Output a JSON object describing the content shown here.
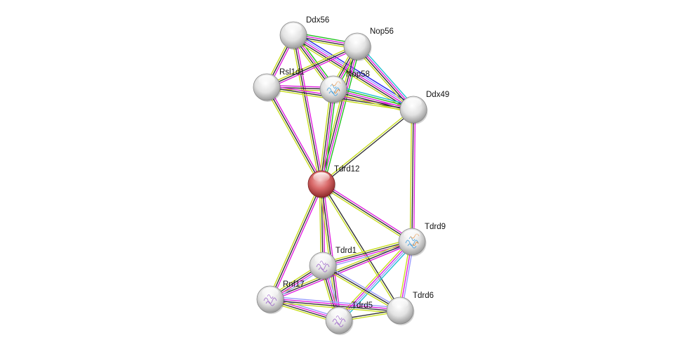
{
  "network": {
    "title": "Protein interaction network",
    "query_node": "Tdrd12",
    "colors": {
      "query_node": "#d95c5c",
      "node": "#d8d8d8",
      "edge_textmining": "#c7de1f",
      "edge_coexpression": "#333333",
      "edge_experiments": "#e020e0",
      "edge_databases": "#20c0d0",
      "edge_neighborhood": "#20c020",
      "edge_homology": "#9a9aff",
      "edge_cooccurrence": "#2020f0"
    },
    "nodes": [
      {
        "id": "Ddx56",
        "label": "Ddx56",
        "query": false,
        "structure": false
      },
      {
        "id": "Nop56",
        "label": "Nop56",
        "query": false,
        "structure": false
      },
      {
        "id": "Rsl1d1",
        "label": "Rsl1d1",
        "query": false,
        "structure": false
      },
      {
        "id": "Nop58",
        "label": "Nop58",
        "query": false,
        "structure": true
      },
      {
        "id": "Ddx49",
        "label": "Ddx49",
        "query": false,
        "structure": false
      },
      {
        "id": "Tdrd12",
        "label": "Tdrd12",
        "query": true,
        "structure": false
      },
      {
        "id": "Tdrd9",
        "label": "Tdrd9",
        "query": false,
        "structure": true
      },
      {
        "id": "Tdrd1",
        "label": "Tdrd1",
        "query": false,
        "structure": true
      },
      {
        "id": "Rnf17",
        "label": "Rnf17",
        "query": false,
        "structure": true
      },
      {
        "id": "Tdrd5",
        "label": "Tdrd5",
        "query": false,
        "structure": true
      },
      {
        "id": "Tdrd6",
        "label": "Tdrd6",
        "query": false,
        "structure": false
      }
    ],
    "edges": [
      {
        "a": "Ddx56",
        "b": "Nop56",
        "types": [
          "neighborhood",
          "experiments",
          "coexpression",
          "textmining"
        ]
      },
      {
        "a": "Ddx56",
        "b": "Rsl1d1",
        "types": [
          "experiments",
          "coexpression",
          "textmining"
        ]
      },
      {
        "a": "Ddx56",
        "b": "Nop58",
        "types": [
          "neighborhood",
          "experiments",
          "coexpression",
          "textmining"
        ]
      },
      {
        "a": "Ddx56",
        "b": "Ddx49",
        "types": [
          "cooccurrence",
          "homology",
          "experiments",
          "coexpression",
          "textmining"
        ]
      },
      {
        "a": "Ddx56",
        "b": "Tdrd12",
        "types": [
          "experiments",
          "coexpression",
          "textmining"
        ]
      },
      {
        "a": "Nop56",
        "b": "Rsl1d1",
        "types": [
          "experiments",
          "coexpression",
          "textmining"
        ]
      },
      {
        "a": "Nop56",
        "b": "Nop58",
        "types": [
          "neighborhood",
          "experiments",
          "coexpression",
          "textmining"
        ]
      },
      {
        "a": "Nop56",
        "b": "Ddx49",
        "types": [
          "databases",
          "experiments",
          "coexpression",
          "textmining"
        ]
      },
      {
        "a": "Nop56",
        "b": "Tdrd12",
        "types": [
          "neighborhood",
          "experiments",
          "coexpression",
          "textmining"
        ]
      },
      {
        "a": "Rsl1d1",
        "b": "Nop58",
        "types": [
          "experiments",
          "coexpression",
          "textmining"
        ]
      },
      {
        "a": "Rsl1d1",
        "b": "Ddx49",
        "types": [
          "experiments",
          "coexpression",
          "textmining"
        ]
      },
      {
        "a": "Rsl1d1",
        "b": "Tdrd12",
        "types": [
          "experiments",
          "coexpression",
          "textmining"
        ]
      },
      {
        "a": "Nop58",
        "b": "Ddx49",
        "types": [
          "databases",
          "neighborhood",
          "experiments",
          "coexpression",
          "textmining"
        ]
      },
      {
        "a": "Nop58",
        "b": "Tdrd12",
        "types": [
          "neighborhood",
          "experiments",
          "coexpression",
          "textmining"
        ]
      },
      {
        "a": "Ddx49",
        "b": "Tdrd12",
        "types": [
          "coexpression",
          "textmining"
        ]
      },
      {
        "a": "Ddx49",
        "b": "Tdrd9",
        "types": [
          "experiments",
          "coexpression",
          "textmining"
        ]
      },
      {
        "a": "Tdrd12",
        "b": "Tdrd9",
        "types": [
          "experiments",
          "coexpression",
          "textmining"
        ]
      },
      {
        "a": "Tdrd12",
        "b": "Tdrd1",
        "types": [
          "experiments",
          "coexpression",
          "textmining"
        ]
      },
      {
        "a": "Tdrd12",
        "b": "Rnf17",
        "types": [
          "experiments",
          "coexpression",
          "textmining"
        ]
      },
      {
        "a": "Tdrd12",
        "b": "Tdrd5",
        "types": [
          "experiments",
          "coexpression",
          "textmining"
        ]
      },
      {
        "a": "Tdrd12",
        "b": "Tdrd6",
        "types": [
          "coexpression",
          "textmining"
        ]
      },
      {
        "a": "Tdrd9",
        "b": "Tdrd1",
        "types": [
          "homology",
          "experiments",
          "coexpression",
          "textmining"
        ]
      },
      {
        "a": "Tdrd9",
        "b": "Rnf17",
        "types": [
          "experiments",
          "coexpression",
          "textmining"
        ]
      },
      {
        "a": "Tdrd9",
        "b": "Tdrd5",
        "types": [
          "databases",
          "homology",
          "experiments",
          "textmining"
        ]
      },
      {
        "a": "Tdrd9",
        "b": "Tdrd6",
        "types": [
          "homology",
          "experiments",
          "textmining"
        ]
      },
      {
        "a": "Tdrd1",
        "b": "Rnf17",
        "types": [
          "homology",
          "experiments",
          "coexpression",
          "textmining"
        ]
      },
      {
        "a": "Tdrd1",
        "b": "Tdrd5",
        "types": [
          "homology",
          "experiments",
          "coexpression",
          "textmining"
        ]
      },
      {
        "a": "Tdrd1",
        "b": "Tdrd6",
        "types": [
          "homology",
          "coexpression",
          "textmining"
        ]
      },
      {
        "a": "Rnf17",
        "b": "Tdrd5",
        "types": [
          "homology",
          "experiments",
          "coexpression",
          "textmining"
        ]
      },
      {
        "a": "Rnf17",
        "b": "Tdrd6",
        "types": [
          "homology",
          "experiments",
          "coexpression",
          "textmining"
        ]
      },
      {
        "a": "Tdrd5",
        "b": "Tdrd6",
        "types": [
          "coexpression",
          "textmining"
        ]
      }
    ]
  }
}
